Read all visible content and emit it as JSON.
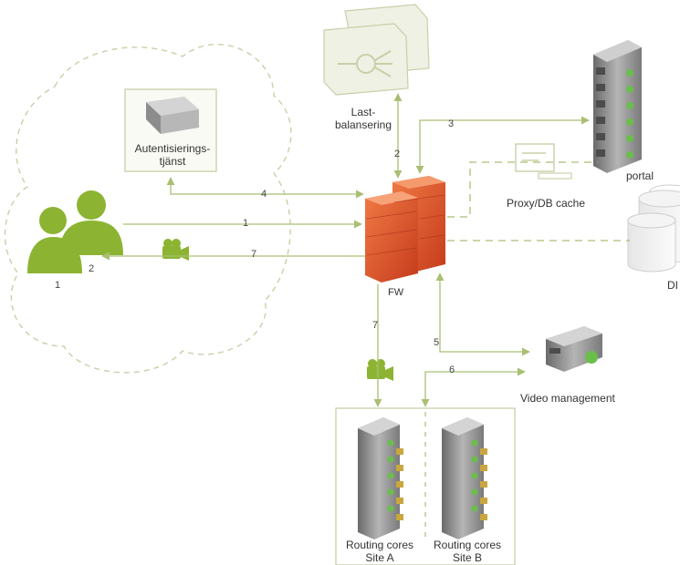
{
  "diagram": {
    "labels": {
      "auth_service": [
        "Autentisierings-",
        "tjänst"
      ],
      "load_balancing": [
        "Last-",
        "balansering"
      ],
      "portal": "portal",
      "proxy_db_cache": "Proxy/DB cache",
      "db": "DI",
      "fw": "FW",
      "video_management": "Video management",
      "routing_site_a": [
        "Routing cores",
        "Site A"
      ],
      "routing_site_b": [
        "Routing cores",
        "Site B"
      ],
      "user_group": "1",
      "user_single": "2"
    },
    "connections": {
      "c1": "1",
      "c2": "2",
      "c3": "3",
      "c4": "4",
      "c5": "5",
      "c6": "6",
      "c7_user": "7",
      "c7_routing": "7"
    },
    "colors": {
      "line": "#a9bf73",
      "dashed": "#a9bf73",
      "cloud_border": "#c8d0a8",
      "user_green": "#8cb432",
      "firewall": "#e0552c",
      "server_gray": "#8a8a8a"
    }
  }
}
